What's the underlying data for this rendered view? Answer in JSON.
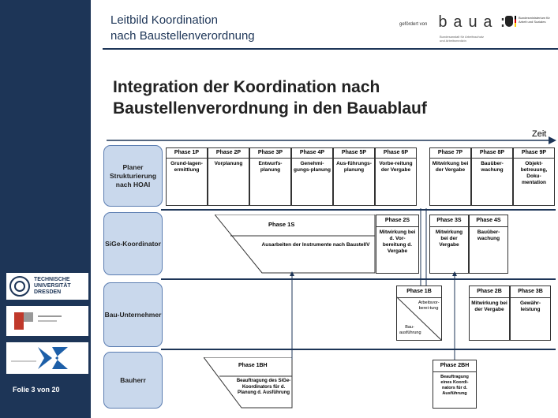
{
  "header": {
    "title_line1": "Leitbild Koordination",
    "title_line2": "nach Baustellenverordnung",
    "sponsor_label": "gefördert von",
    "baua_logo": "baua:",
    "baua_sub": "Bundesanstalt für Arbeitsschutz und Arbeitsmedizin",
    "ministry_label": "Bundesministerium für Arbeit und Soziales"
  },
  "main": {
    "title_line1": "Integration der Koordination nach",
    "title_line2": "Baustellenverordnung in den Bauablauf",
    "time_label": "Zeit"
  },
  "roles": {
    "planer": "Planer Strukturierung nach HOAI",
    "sige": "SiGe-Koordinator",
    "bau": "Bau-Unternehmer",
    "bauherr": "Bauherr"
  },
  "planer_phases": [
    {
      "h": "Phase 1P",
      "b": "Grund-lagen-ermittlung"
    },
    {
      "h": "Phase 2P",
      "b": "Vorplanung"
    },
    {
      "h": "Phase 3P",
      "b": "Entwurfs-planung"
    },
    {
      "h": "Phase 4P",
      "b": "Genehmi-gungs-planung"
    },
    {
      "h": "Phase 5P",
      "b": "Aus-führungs-planung"
    },
    {
      "h": "Phase 6P",
      "b": "Vorbe-reitung der Vergabe"
    },
    {
      "h": "Phase 7P",
      "b": "Mitwirkung bei der Vergabe"
    },
    {
      "h": "Phase 8P",
      "b": "Bauüber-wachung"
    },
    {
      "h": "Phase 9P",
      "b": "Objekt-betreuung, Doku-mentation"
    }
  ],
  "sige_phases": {
    "p1": {
      "h": "Phase 1S",
      "b": "Ausarbeiten der Instrumente nach BaustellV"
    },
    "p2": {
      "h": "Phase 2S",
      "b": "Mitwirkung bei d. Vor-bereitung d. Vergabe"
    },
    "p3": {
      "h": "Phase 3S",
      "b": "Mitwirkung bei der Vergabe"
    },
    "p4": {
      "h": "Phase 4S",
      "b": "Bauüber-wachung"
    }
  },
  "bau_phases": {
    "p1": {
      "h": "Phase 1B",
      "b1": "Arbeitsvor-berei-tung",
      "b2": "Bau-ausführung"
    },
    "p2": {
      "h": "Phase 2B",
      "b": "Mitwirkung bei der Vergabe"
    },
    "p3": {
      "h": "Phase 3B",
      "b": "Gewähr-leistung"
    }
  },
  "bauherr_phases": {
    "p1": {
      "h": "Phase 1BH",
      "b": "Beauftragung des SiGe-Koordinators für d. Planung d. Ausführung"
    },
    "p2": {
      "h": "Phase 2BH",
      "b": "Beauftragung eines Koordi-nators für d. Ausführung"
    }
  },
  "sidebar": {
    "tu_logo": "TECHNISCHE UNIVERSITÄT DRESDEN",
    "footer": "Folie 3 von 20"
  }
}
